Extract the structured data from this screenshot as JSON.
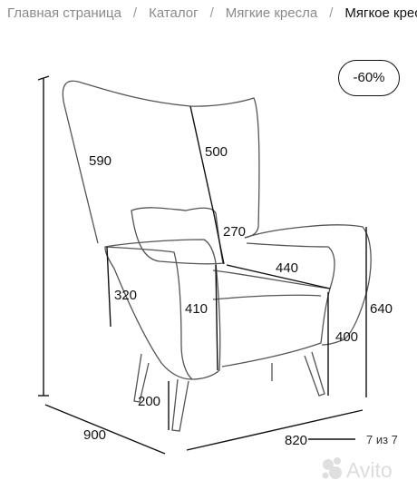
{
  "breadcrumb": {
    "items": [
      "Главная страница",
      "Каталог",
      "Мягкие кресла",
      "Мягкое кресло"
    ],
    "separator": "/"
  },
  "discount_badge": "-60%",
  "dimensions": {
    "back_height": "590",
    "back_width": "500",
    "cushion": "270",
    "seat_depth": "440",
    "arm_width": "320",
    "arm_height": "410",
    "seat_height": "400",
    "total_height": "640",
    "leg_height": "200",
    "total_depth": "900",
    "total_width": "820"
  },
  "gallery": {
    "counter": "7 из 7"
  },
  "watermark": {
    "text": "Avito"
  },
  "colors": {
    "text": "#111111",
    "breadcrumb": "#8a8a8a",
    "background": "#ffffff"
  }
}
